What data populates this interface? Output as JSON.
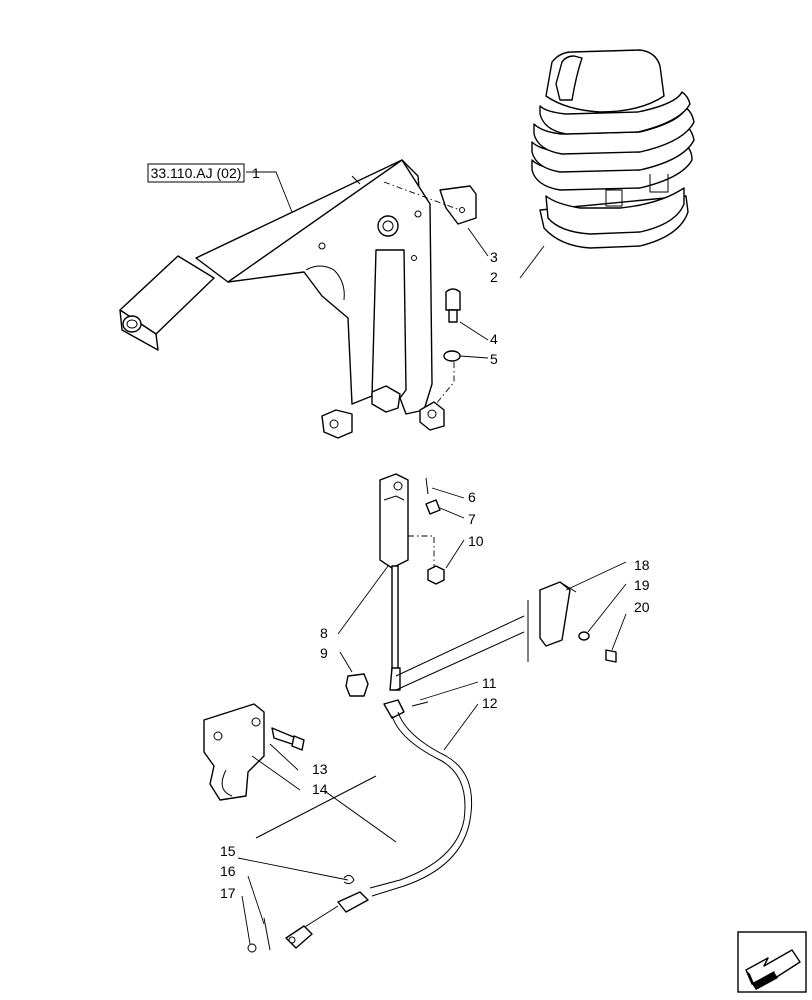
{
  "reference_label": "33.110.AJ (02)",
  "callouts": [
    "1",
    "2",
    "3",
    "4",
    "5",
    "6",
    "7",
    "8",
    "9",
    "10",
    "11",
    "12",
    "13",
    "14",
    "15",
    "16",
    "17",
    "18",
    "19",
    "20"
  ],
  "navigation_icon": "arrow-bottom-left-icon"
}
